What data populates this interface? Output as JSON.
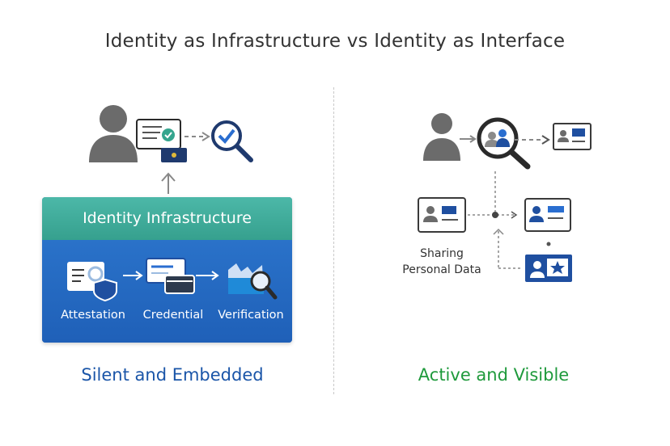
{
  "title": "Identity as Infrastructure vs Identity as Interface",
  "left_panel": {
    "infrastructure_label": "Identity Infrastructure",
    "steps": [
      {
        "label": "Attestation",
        "icon": "attestation-document-shield-icon"
      },
      {
        "label": "Credential",
        "icon": "credential-cards-icon"
      },
      {
        "label": "Verification",
        "icon": "verification-magnifier-icon"
      }
    ],
    "top_icons": [
      "user-icon",
      "document-check-icon",
      "wallet-icon",
      "magnifier-check-icon"
    ],
    "caption": "Silent and Embedded"
  },
  "right_panel": {
    "icons": [
      "user-icon",
      "magnifier-user-icon",
      "id-card-icon"
    ],
    "sharing_label_line1": "Sharing",
    "sharing_label_line2": "Personal Data",
    "caption": "Active and Visible"
  },
  "colors": {
    "infra_header": "#3fab9a",
    "infra_body": "#2166c0",
    "caption_left": "#1a55a8",
    "caption_right": "#1f9a3c",
    "navy": "#1f3a6e",
    "gray_icon": "#6b6b6b"
  }
}
